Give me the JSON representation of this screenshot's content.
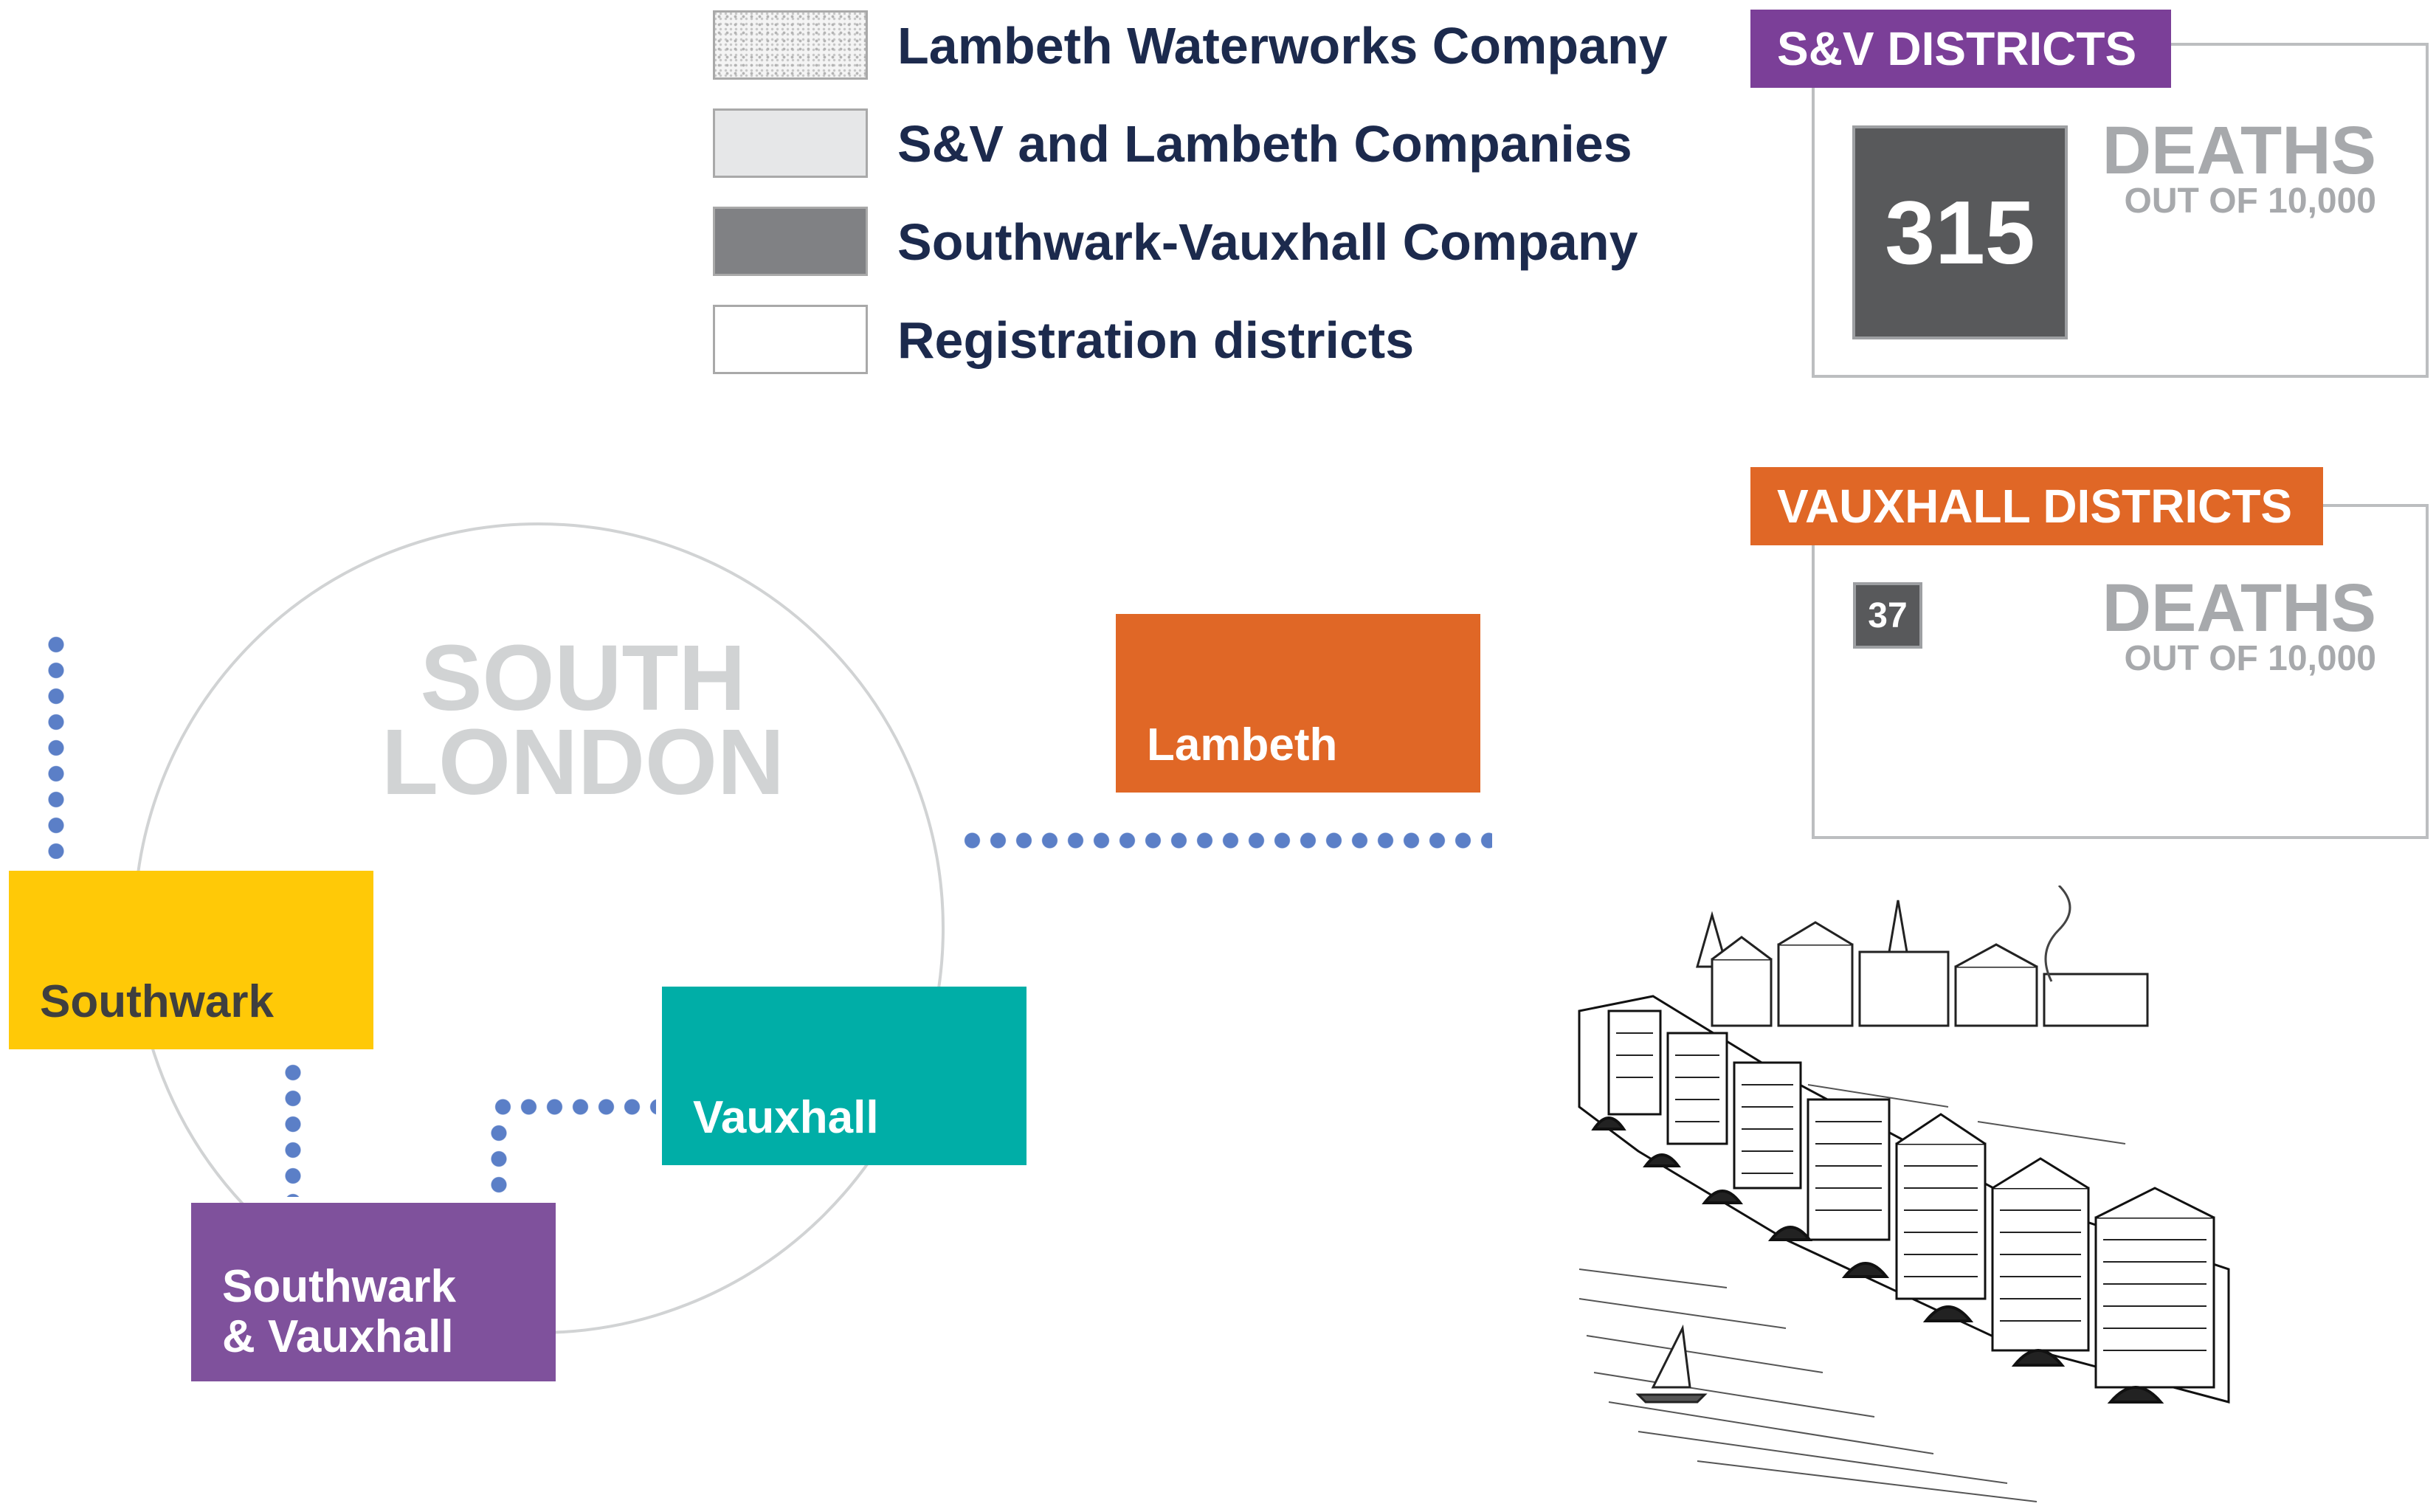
{
  "legend": {
    "items": [
      {
        "label": "Lambeth Waterworks Company",
        "pattern": "dotted"
      },
      {
        "label": "S&V and Lambeth Companies",
        "color": "#e6e7e8"
      },
      {
        "label": "Southwark-Vauxhall Company",
        "color": "#808184"
      },
      {
        "label": "Registration districts",
        "color": "#ffffff"
      }
    ]
  },
  "panels": {
    "sv": {
      "tag": "S&V DISTRICTS",
      "tag_color": "#7b3f98",
      "value": "315",
      "deaths_label": "DEATHS",
      "deaths_sub": "OUT OF 10,000"
    },
    "vauxhall": {
      "tag": "VAUXHALL DISTRICTS",
      "tag_color": "#e06726",
      "value": "37",
      "deaths_label": "DEATHS",
      "deaths_sub": "OUT OF 10,000"
    }
  },
  "map": {
    "region_line1": "SOUTH",
    "region_line2": "LONDON",
    "connector_color": "#5b7fc7",
    "districts": {
      "lambeth": {
        "label": "Lambeth",
        "color": "#e06726"
      },
      "southwark": {
        "label": "Southwark",
        "color": "#ffc907"
      },
      "vauxhall": {
        "label": "Vauxhall",
        "color": "#00aea7"
      },
      "southwark_vauxhall": {
        "line1": "Southwark",
        "line2": "& Vauxhall",
        "color": "#7f519c"
      }
    }
  },
  "illustration": {
    "icon": "old-london-bridge-engraving"
  }
}
